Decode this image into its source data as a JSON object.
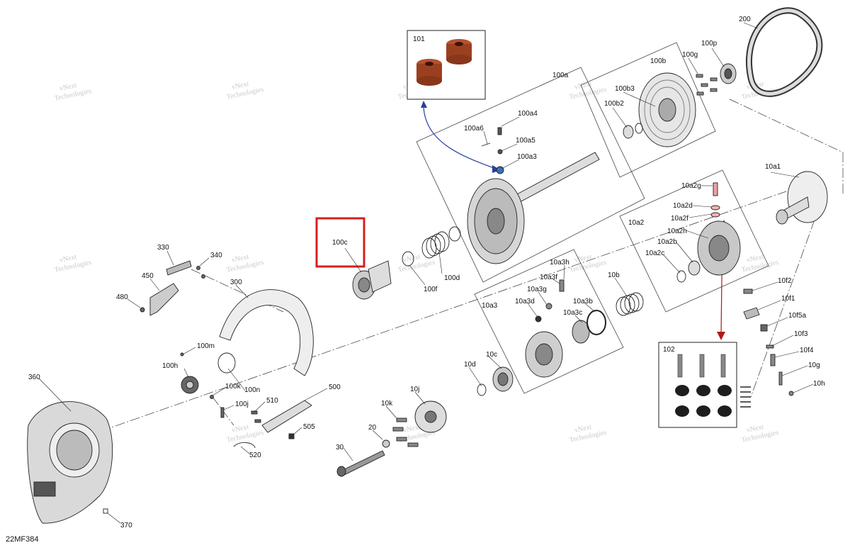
{
  "diagram": {
    "drawing_code": "22MF384",
    "highlight_color": "#d42020",
    "arrow_blue": "#2a3f9a",
    "arrow_red": "#b01818",
    "watermark": [
      "vNext",
      "Technologies"
    ],
    "labels": {
      "p101": "101",
      "p102": "102",
      "p100a": "100a",
      "p100b": "100b",
      "p100b3": "100b3",
      "p100b2": "100b2",
      "p100g": "100g",
      "p100p": "100p",
      "p200": "200",
      "p100a4": "100a4",
      "p100a6": "100a6",
      "p100a5": "100a5",
      "p100a3": "100a3",
      "p10a1": "10a1",
      "p10a2g": "10a2g",
      "p10a2d": "10a2d",
      "p10a2f": "10a2f",
      "p10a2": "10a2",
      "p10a2h": "10a2h",
      "p10a2b": "10a2b",
      "p10a2c": "10a2c",
      "p100c": "100c",
      "p100d": "100d",
      "p100f": "100f",
      "p10a3h": "10a3h",
      "p10a3f": "10a3f",
      "p10a3g": "10a3g",
      "p10a3d": "10a3d",
      "p10a3b": "10a3b",
      "p10a3c": "10a3c",
      "p10a3": "10a3",
      "p10b": "10b",
      "p10f2": "10f2",
      "p10f1": "10f1",
      "p10f5a": "10f5a",
      "p10f3": "10f3",
      "p10f4": "10f4",
      "p10g": "10g",
      "p10h": "10h",
      "p330": "330",
      "p340": "340",
      "p450": "450",
      "p480": "480",
      "p300": "300",
      "p100m": "100m",
      "p100h": "100h",
      "p100k": "100k",
      "p100n": "100n",
      "p100j": "100j",
      "p510": "510",
      "p500": "500",
      "p505": "505",
      "p520": "520",
      "p360": "360",
      "p370": "370",
      "p10c": "10c",
      "p10d": "10d",
      "p10j": "10j",
      "p10k": "10k",
      "p20": "20",
      "p30": "30"
    }
  }
}
